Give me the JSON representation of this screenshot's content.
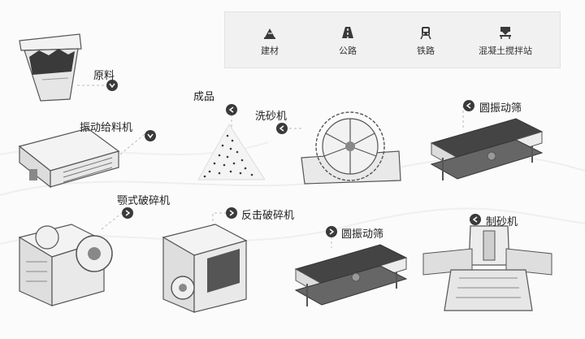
{
  "applications": [
    {
      "label": "建材",
      "icon": "building-materials-icon"
    },
    {
      "label": "公路",
      "icon": "highway-icon"
    },
    {
      "label": "铁路",
      "icon": "train-icon"
    },
    {
      "label": "混凝土搅拌站",
      "icon": "concrete-mixing-plant-icon"
    }
  ],
  "stages": {
    "raw_material": "原料",
    "vibrating_feeder": "振动给料机",
    "jaw_crusher": "颚式破碎机",
    "finished_product": "成品",
    "sand_washer": "洗砂机",
    "circular_screen_top": "圆振动筛",
    "impact_crusher": "反击破碎机",
    "circular_screen_bottom": "圆振动筛",
    "sand_making_machine": "制砂机"
  },
  "colors": {
    "equipment_fill": "#e9e9e9",
    "equipment_stroke": "#555555",
    "marker": "#3a3a3a",
    "panel": "#f1f1f1"
  }
}
